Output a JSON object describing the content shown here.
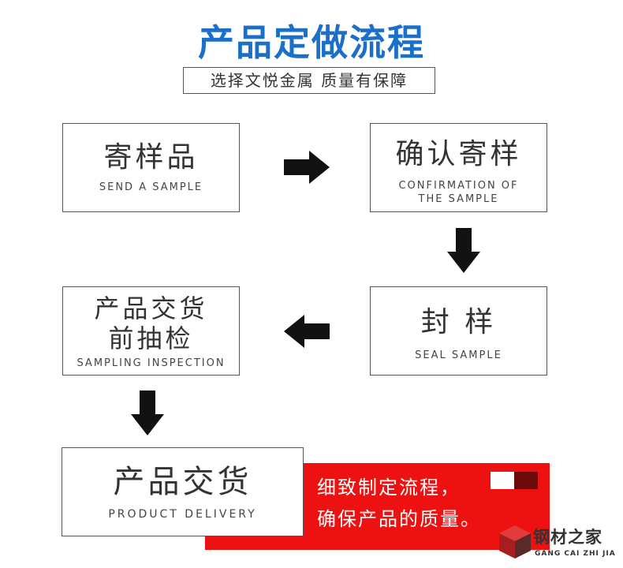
{
  "header": {
    "title": "产品定做流程",
    "subtitle": "选择文悦金属 质量有保障"
  },
  "steps": {
    "send_sample": {
      "cn": "寄样品",
      "en": "SEND A SAMPLE"
    },
    "confirm_sample": {
      "cn": "确认寄样",
      "en_line1": "CONFIRMATION OF",
      "en_line2": "THE SAMPLE"
    },
    "seal_sample": {
      "cn": "封 样",
      "en": "SEAL SAMPLE"
    },
    "inspection": {
      "cn_line1": "产品交货",
      "cn_line2": "前抽检",
      "en": "SAMPLING INSPECTION"
    },
    "delivery": {
      "cn": "产品交货",
      "en": "PRODUCT DELIVERY"
    }
  },
  "banner": {
    "line1": "细致制定流程，",
    "line2": "确保产品的质量。"
  },
  "logo": {
    "cn": "钢材之家",
    "en": "GANG CAI ZHI JIA"
  },
  "colors": {
    "title": "#1a6fc9",
    "banner_red": "#ee1111",
    "arrow": "#111111",
    "swatch_dark": "#6a0a0a"
  },
  "icons": {
    "arrows": [
      "arrow-right-icon",
      "arrow-down-icon",
      "arrow-left-icon",
      "arrow-down-icon"
    ],
    "logo": "cube-logo-icon"
  }
}
